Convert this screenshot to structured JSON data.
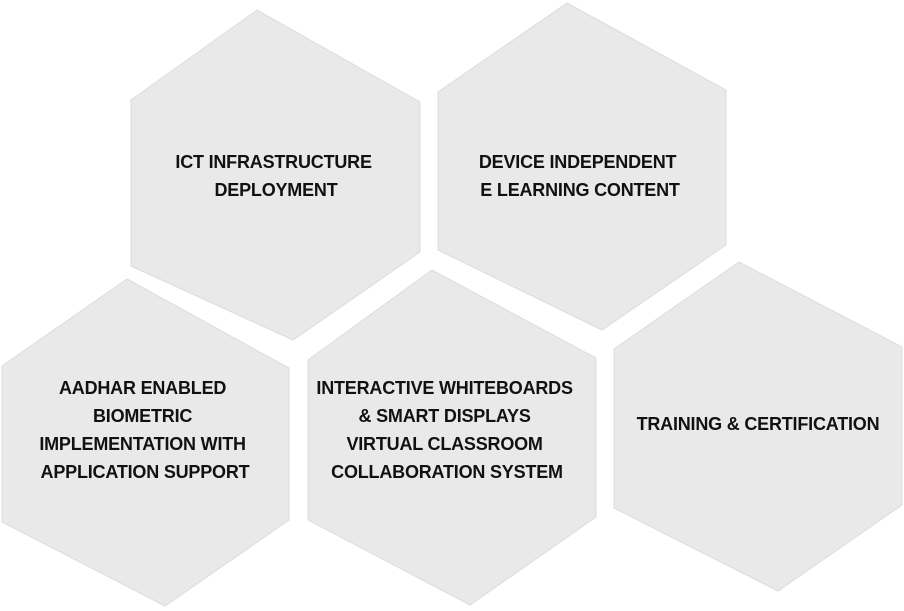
{
  "hexagons": [
    {
      "id": "ict-infrastructure",
      "lines": [
        "ICT INFRASTRUCTURE",
        "DEPLOYMENT"
      ]
    },
    {
      "id": "device-independent",
      "lines": [
        "DEVICE INDEPENDENT",
        "E LEARNING CONTENT"
      ]
    },
    {
      "id": "aadhar-biometric",
      "lines": [
        "AADHAR ENABLED",
        "BIOMETRIC",
        "IMPLEMENTATION WITH",
        "APPLICATION SUPPORT"
      ]
    },
    {
      "id": "interactive-whiteboards",
      "lines": [
        "INTERACTIVE WHITEBOARDS",
        "& SMART DISPLAYS",
        "VIRTUAL CLASSROOM",
        "COLLABORATION SYSTEM"
      ]
    },
    {
      "id": "training-certification",
      "lines": [
        "TRAINING & CERTIFICATION"
      ]
    }
  ],
  "colors": {
    "hex_fill": "#e9e9e9",
    "text": "#111111",
    "background": "#ffffff"
  }
}
